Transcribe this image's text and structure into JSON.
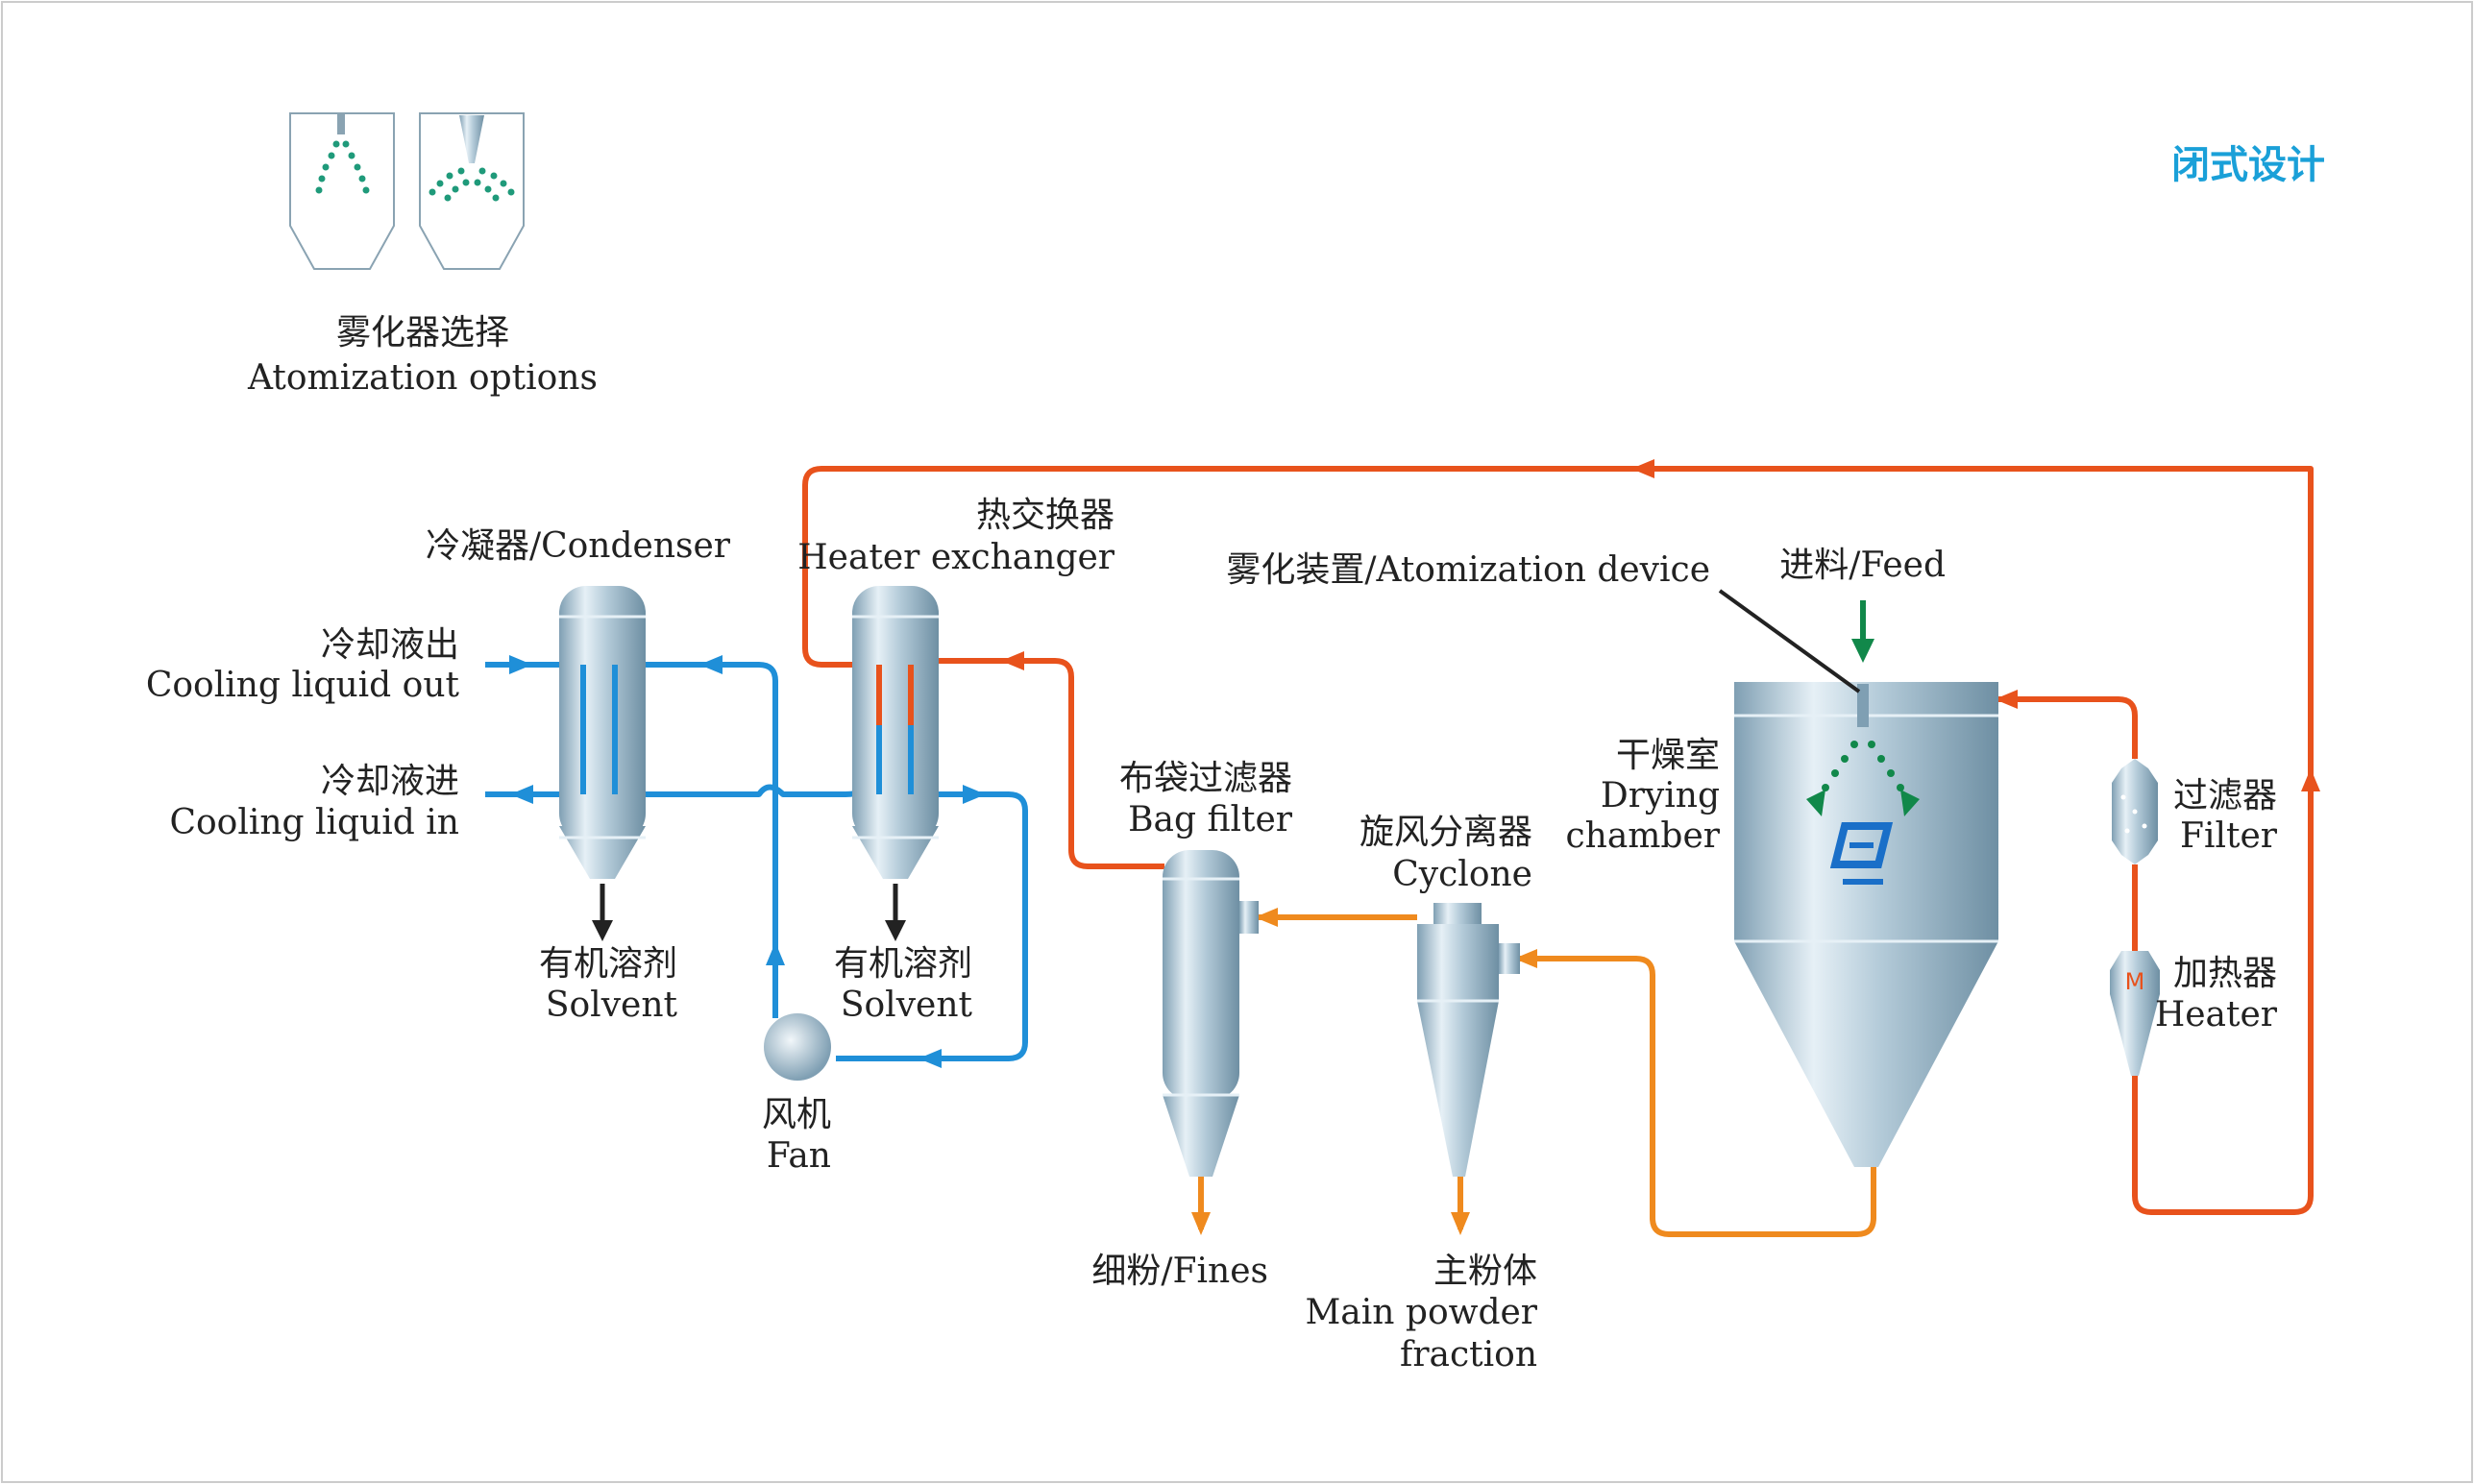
{
  "title": "闭式设计",
  "colors": {
    "hot": "#e8521c",
    "warm": "#ef8a1e",
    "cold": "#1f8fd8",
    "feed": "#11884a",
    "dark": "#222222",
    "vessel": "#a9c6d6"
  },
  "labels": {
    "atomization_options_cn": "雾化器选择",
    "atomization_options_en": "Atomization options",
    "condenser": "冷凝器/Condenser",
    "heater_exchanger_cn": "热交换器",
    "heater_exchanger_en": "Heater exchanger",
    "atomization_device": "雾化装置/Atomization device",
    "feed": "进料/Feed",
    "cooling_out_cn": "冷却液出",
    "cooling_out_en": "Cooling liquid out",
    "cooling_in_cn": "冷却液进",
    "cooling_in_en": "Cooling liquid in",
    "bag_filter_cn": "布袋过滤器",
    "bag_filter_en": "Bag filter",
    "cyclone_cn": "旋风分离器",
    "cyclone_en": "Cyclone",
    "drying_chamber_cn": "干燥室",
    "drying_chamber_en1": "Drying",
    "drying_chamber_en2": "chamber",
    "filter_cn": "过滤器",
    "filter_en": "Filter",
    "heater_cn": "加热器",
    "heater_en": "Heater",
    "heater_mark": "M",
    "solvent1_cn": "有机溶剂",
    "solvent1_en": "Solvent",
    "solvent2_cn": "有机溶剂",
    "solvent2_en": "Solvent",
    "fan_cn": "风机",
    "fan_en": "Fan",
    "fines": "细粉/Fines",
    "main_powder_cn": "主粉体",
    "main_powder_en1": "Main powder",
    "main_powder_en2": "fraction"
  }
}
